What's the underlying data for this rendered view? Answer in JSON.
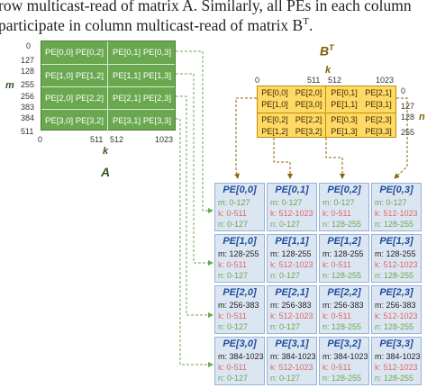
{
  "caption": {
    "line1": "row multicast-read of matrix A. Similarly, all PEs in each column",
    "line2_prefix": "participate in column multicast-read of matrix B",
    "line2_sup": "T",
    "line2_suffix": "."
  },
  "matrix_a": {
    "label": "A",
    "row_axis_label": "m",
    "col_axis_label": "k",
    "row_ticks": [
      "0",
      "127",
      "128",
      "255",
      "256",
      "383",
      "384",
      "511"
    ],
    "col_ticks": [
      "0",
      "511",
      "512",
      "1023"
    ],
    "rows": [
      [
        "PE[0,0] PE[0,2]",
        "PE[0,1] PE[0,3]"
      ],
      [
        "PE[1,0] PE[1,2]",
        "PE[1,1] PE[1,3]"
      ],
      [
        "PE[2,0] PE[2,2]",
        "PE[2,1] PE[2,3]"
      ],
      [
        "PE[3,0] PE[3,2]",
        "PE[3,1] PE[3,3]"
      ]
    ]
  },
  "matrix_bt": {
    "label": "B",
    "label_sup": "T",
    "col_axis_label": "k",
    "row_axis_label": "n",
    "col_ticks": [
      "0",
      "511",
      "512",
      "1023"
    ],
    "row_ticks": [
      "0",
      "127",
      "128",
      "255"
    ],
    "rows": [
      [
        [
          "PE[0,0]",
          "PE[1,0]"
        ],
        [
          "PE[2,0]",
          "PE[3,0]"
        ],
        [
          "PE[0,1]",
          "PE[1,1]"
        ],
        [
          "PE[2,1]",
          "PE[3,1]"
        ]
      ],
      [
        [
          "PE[0,2]",
          "PE[1,2]"
        ],
        [
          "PE[2,2]",
          "PE[3,2]"
        ],
        [
          "PE[0,3]",
          "PE[1,3]"
        ],
        [
          "PE[2,3]",
          "PE[3,3]"
        ]
      ]
    ]
  },
  "pe_grid": [
    [
      {
        "title": "PE[0,0]",
        "m": "m: 0-127",
        "k": "k: 0-511",
        "n": "n: 0-127"
      },
      {
        "title": "PE[0,1]",
        "m": "m: 0-127",
        "k": "k: 512-1023",
        "n": "n: 0-127"
      },
      {
        "title": "PE[0,2]",
        "m": "m: 0-127",
        "k": "k: 0-511",
        "n": "n: 128-255"
      },
      {
        "title": "PE[0,3]",
        "m": "m: 0-127",
        "k": "k: 512-1023",
        "n": "n: 128-255"
      }
    ],
    [
      {
        "title": "PE[1,0]",
        "m": "m: 128-255",
        "k": "k: 0-511",
        "n": "n: 0-127"
      },
      {
        "title": "PE[1,1]",
        "m": "m: 128-255",
        "k": "k: 512-1023",
        "n": "n: 0-127"
      },
      {
        "title": "PE[1,2]",
        "m": "m: 128-255",
        "k": "k: 0-511",
        "n": "n: 128-255"
      },
      {
        "title": "PE[1,3]",
        "m": "m: 128-255",
        "k": "k: 512-1023",
        "n": "n: 128-255"
      }
    ],
    [
      {
        "title": "PE[2,0]",
        "m": "m: 256-383",
        "k": "k: 0-511",
        "n": "n: 0-127"
      },
      {
        "title": "PE[2,1]",
        "m": "m: 256-383",
        "k": "k: 512-1023",
        "n": "n: 0-127"
      },
      {
        "title": "PE[2,2]",
        "m": "m: 256-383",
        "k": "k: 0-511",
        "n": "n: 128-255"
      },
      {
        "title": "PE[2,3]",
        "m": "m: 256-383",
        "k": "k: 512-1023",
        "n": "n: 128-255"
      }
    ],
    [
      {
        "title": "PE[3,0]",
        "m": "m: 384-1023",
        "k": "k: 0-511",
        "n": "n: 0-127"
      },
      {
        "title": "PE[3,1]",
        "m": "m: 384-1023",
        "k": "k: 512-1023",
        "n": "n: 0-127"
      },
      {
        "title": "PE[3,2]",
        "m": "m: 384-1023",
        "k": "k: 0-511",
        "n": "n: 128-255"
      },
      {
        "title": "PE[3,3]",
        "m": "m: 384-1023",
        "k": "k: 512-1023",
        "n": "n: 128-255"
      }
    ]
  ],
  "colors": {
    "matrix_a_fill": "#6aa84f",
    "matrix_bt_fill": "#ffd966",
    "pe_fill": "#dce6f2",
    "arrow_green": "#6aa84f",
    "arrow_brown": "#8b6508",
    "pe_title": "#1f4e9d",
    "k_text": "#e06666",
    "n_text": "#6aa84f"
  }
}
